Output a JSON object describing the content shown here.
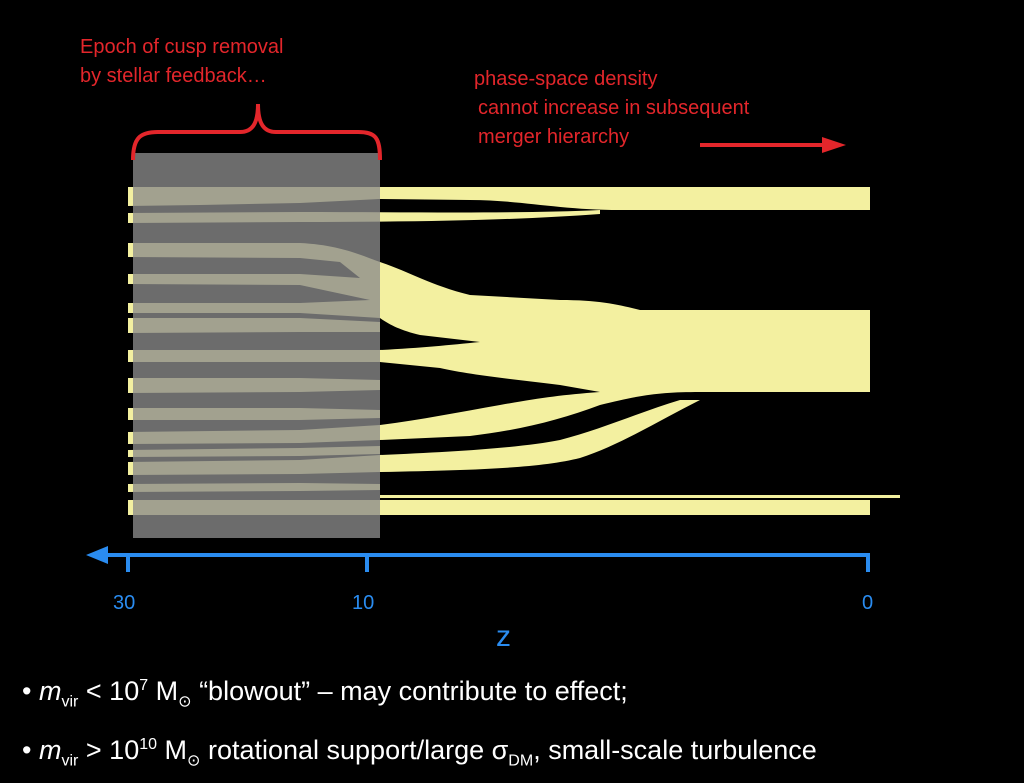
{
  "annotations": {
    "cusp_epoch": [
      "Epoch of cusp removal",
      "by stellar feedback…"
    ],
    "phase_space": [
      "phase-space density",
      "cannot increase in subsequent",
      "merger hierarchy"
    ]
  },
  "axis": {
    "title": "z",
    "ticks": [
      "30",
      "10",
      "0"
    ]
  },
  "bullets": [
    {
      "var": "m",
      "var_sub": "vir",
      "relation": "<",
      "base": "10",
      "exponent": "7",
      "unit": "M",
      "sun_symbol": "⊙",
      "text": "“blowout” – may contribute to effect;"
    },
    {
      "var": "m",
      "var_sub": "vir",
      "relation": ">",
      "base": "10",
      "exponent": "10",
      "unit": "M",
      "sun_symbol": "⊙",
      "text_before": "rotational support/large σ",
      "text_sub": "DM",
      "text_after": ", small-scale turbulence"
    }
  ],
  "colors": {
    "background": "#000000",
    "annotation": "#e3262b",
    "axis": "#2a8cf0",
    "branches": "#f3f0a0",
    "shade": "#6e6e6e"
  }
}
